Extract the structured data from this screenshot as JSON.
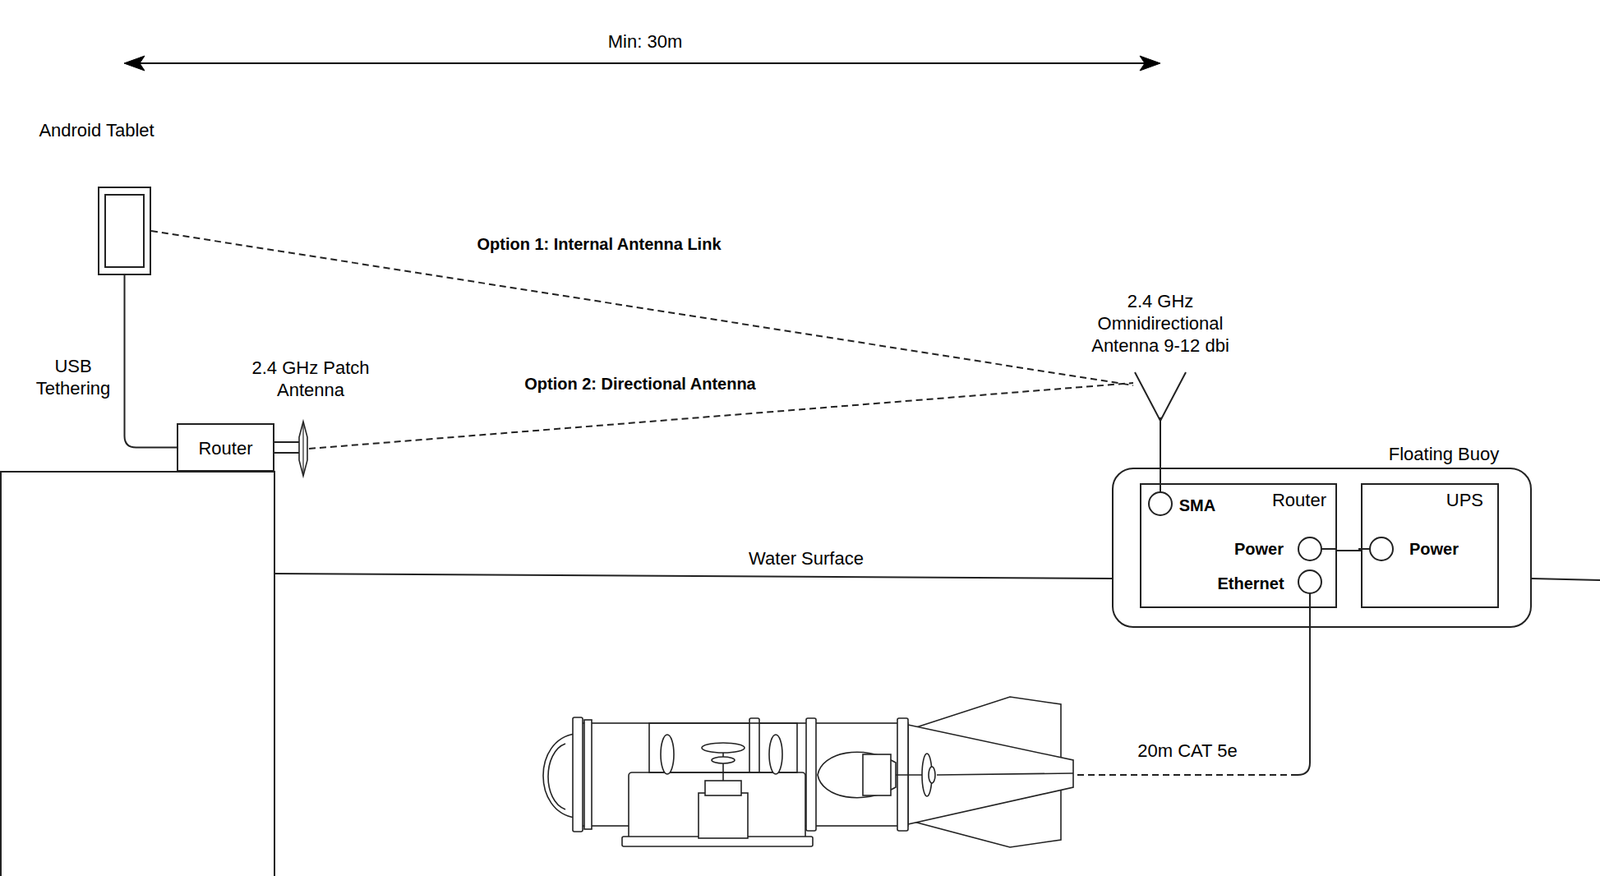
{
  "diagram": {
    "nodes": [
      {
        "text": [
          "Android Tablet"
        ]
      },
      {
        "text": [
          "Router"
        ]
      },
      {
        "text": [
          "2.4 GHz Patch Antenna"
        ]
      },
      {
        "text": [
          "2.4 GHz Omnidirectional Antenna 9-12 dbi"
        ]
      },
      {
        "text": [
          "Floating Buoy"
        ]
      },
      {
        "text": [
          "Router"
        ],
        "in": 4
      },
      {
        "text": [
          "UPS"
        ],
        "in": 4
      }
    ],
    "edges": [
      {
        "from": 0,
        "to": 1,
        "label": "USB Tethering",
        "arrow": "none"
      },
      {
        "from": 0,
        "to": 3,
        "label": "Option 1: Internal Antenna Link",
        "arrow": "none"
      },
      {
        "from": 2,
        "to": 3,
        "label": "Option 2: Directional Antenna",
        "arrow": "none"
      },
      {
        "from": 1,
        "to": 2,
        "arrow": "none"
      },
      {
        "from": 3,
        "to": 5,
        "arrow": "none"
      },
      {
        "from": 5,
        "to": 6,
        "arrow": "none"
      }
    ],
    "labels": [
      "Min: 30m",
      "SMA",
      "Power",
      "Ethernet",
      "Power",
      "Water Surface",
      "20m CAT 5e"
    ]
  }
}
